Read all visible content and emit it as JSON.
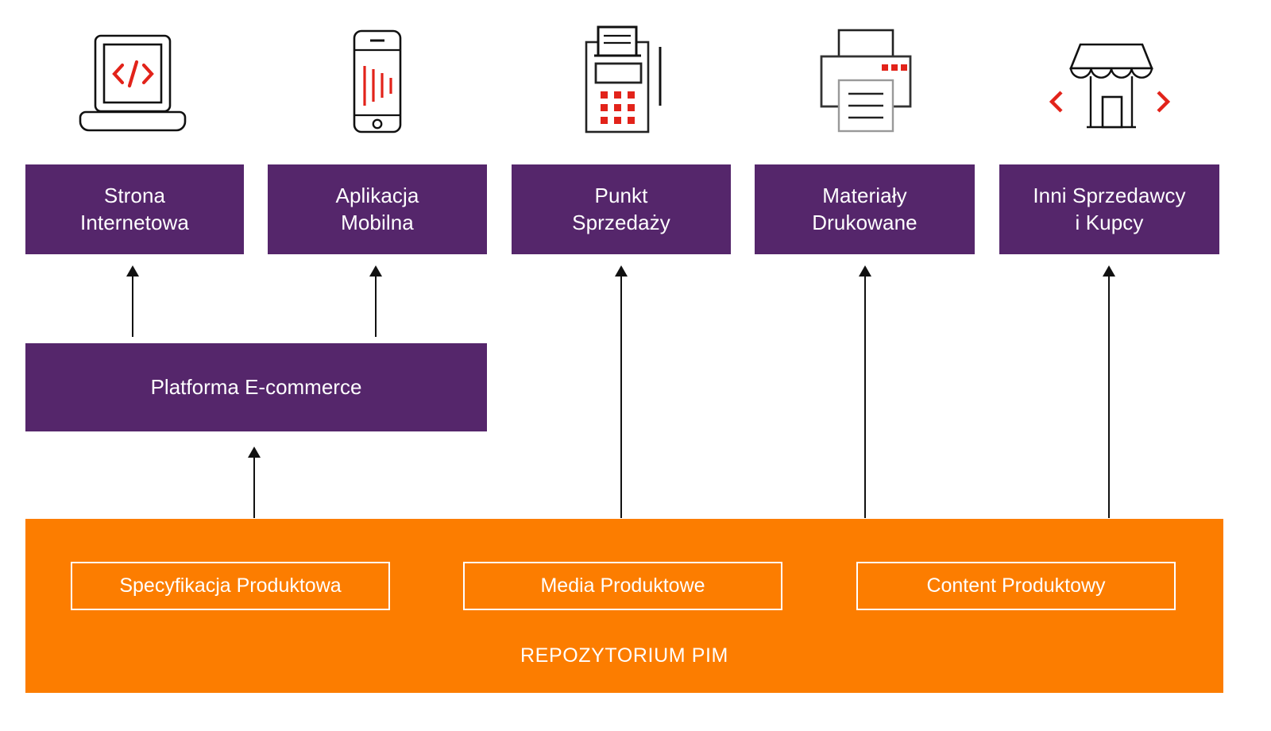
{
  "colors": {
    "purple": "#55266B",
    "orange": "#FC7D00",
    "accent_red": "#E2231A",
    "line": "#111111",
    "background": "#FFFFFF",
    "box_text": "#FFFFFF"
  },
  "channels": [
    {
      "icon": "laptop-code-icon",
      "label_lines": [
        "Strona",
        "Internetowa"
      ]
    },
    {
      "icon": "mobile-phone-icon",
      "label_lines": [
        "Aplikacja",
        "Mobilna"
      ]
    },
    {
      "icon": "pos-terminal-icon",
      "label_lines": [
        "Punkt",
        "Sprzedaży"
      ]
    },
    {
      "icon": "printer-icon",
      "label_lines": [
        "Materiały",
        "Drukowane"
      ]
    },
    {
      "icon": "storefront-icon",
      "label_lines": [
        "Inni Sprzedawcy",
        "i Kupcy"
      ]
    }
  ],
  "platform": {
    "label": "Platforma E-commerce"
  },
  "repository": {
    "caption": "REPOZYTORIUM PIM",
    "cards": [
      {
        "label": "Specyfikacja Produktowa"
      },
      {
        "label": "Media Produktowe"
      },
      {
        "label": "Content Produktowy"
      }
    ]
  },
  "arrows": [
    {
      "name": "arrow-platform-to-website",
      "from": "Platforma E-commerce",
      "to": "Strona Internetowa"
    },
    {
      "name": "arrow-platform-to-mobile",
      "from": "Platforma E-commerce",
      "to": "Aplikacja Mobilna"
    },
    {
      "name": "arrow-repository-to-platform",
      "from": "REPOZYTORIUM PIM",
      "to": "Platforma E-commerce"
    },
    {
      "name": "arrow-repository-to-pos",
      "from": "REPOZYTORIUM PIM",
      "to": "Punkt Sprzedaży"
    },
    {
      "name": "arrow-repository-to-print",
      "from": "REPOZYTORIUM PIM",
      "to": "Materiały Drukowane"
    },
    {
      "name": "arrow-repository-to-resellers",
      "from": "REPOZYTORIUM PIM",
      "to": "Inni Sprzedawcy i Kupcy"
    }
  ]
}
